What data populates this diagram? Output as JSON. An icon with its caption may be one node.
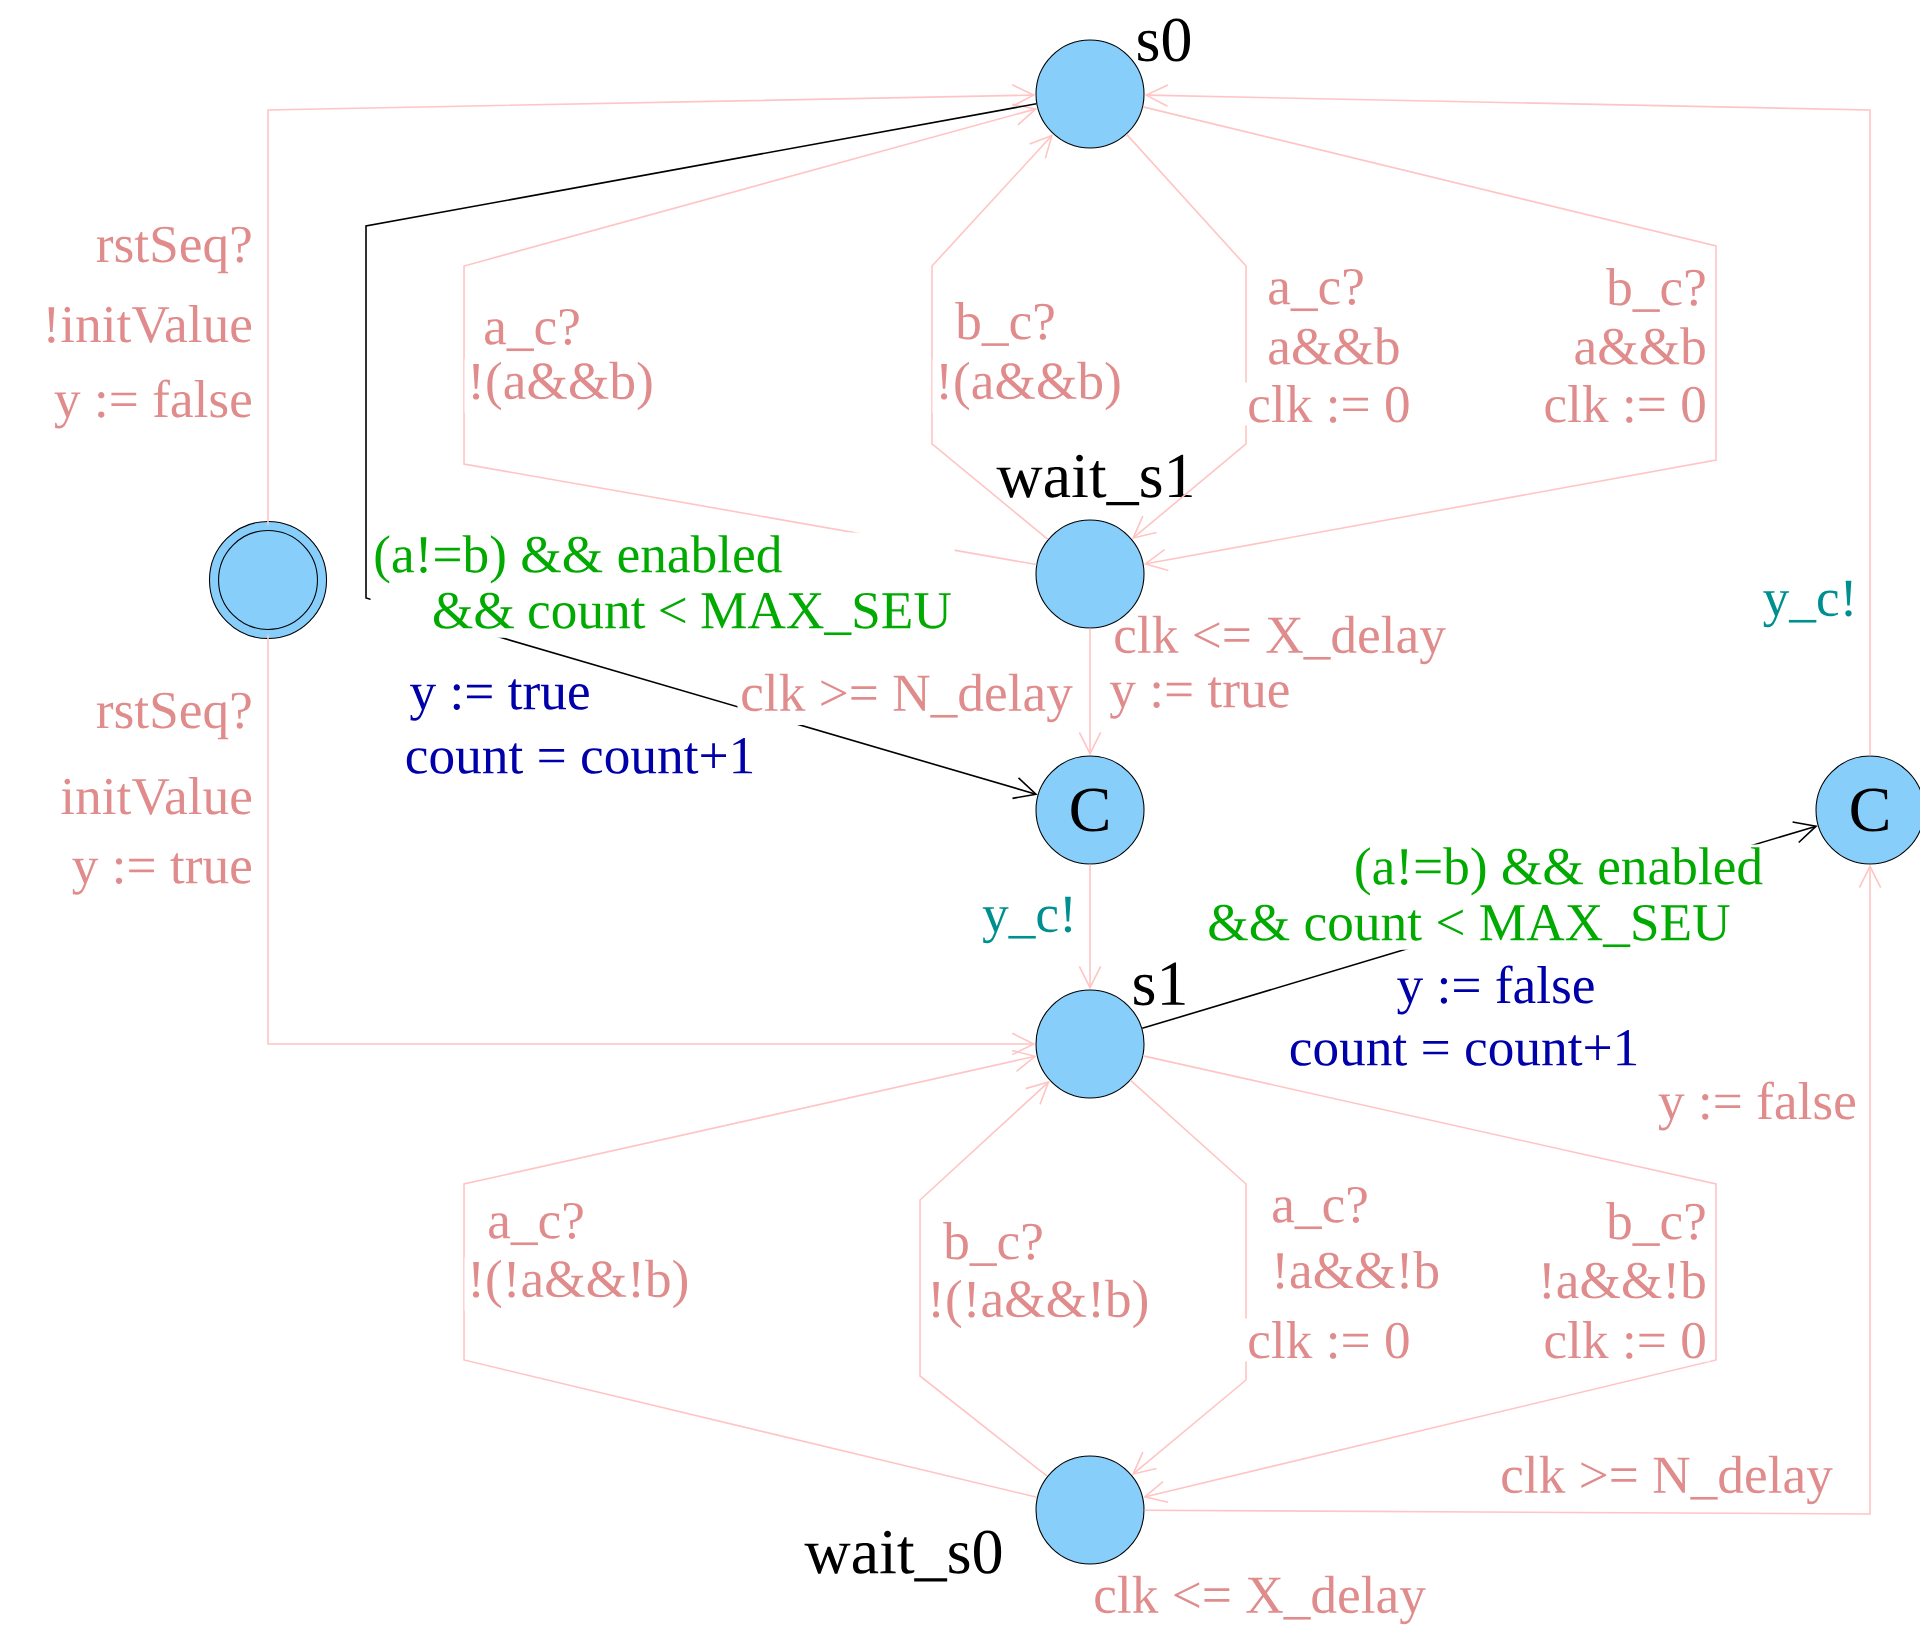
{
  "diagram": {
    "nodes": [
      {
        "text": [
          "s0"
        ]
      },
      {
        "text": [],
        "shape": "circle"
      },
      {
        "text": [
          "wait_s1"
        ],
        "beside": [
          "clk <= X_delay"
        ]
      },
      {
        "text": [
          "C"
        ]
      },
      {
        "text": [
          "s1"
        ]
      },
      {
        "text": [
          "C"
        ]
      },
      {
        "text": [
          "wait_s0"
        ],
        "beside": [
          "clk <= X_delay"
        ]
      }
    ],
    "edges": [
      {
        "from": 1,
        "to": 0,
        "arrow": "to",
        "label": [
          "rstSeq?",
          "!initValue",
          "y := false"
        ]
      },
      {
        "from": 1,
        "to": 4,
        "arrow": "to",
        "label": [
          "rstSeq?",
          "initValue",
          "y := true"
        ]
      },
      {
        "from": 2,
        "to": 0,
        "arrow": "to",
        "label": [
          "a_c?",
          "!(a&&b)"
        ]
      },
      {
        "from": 2,
        "to": 0,
        "arrow": "to",
        "label": [
          "b_c?",
          "!(a&&b)"
        ]
      },
      {
        "from": 0,
        "to": 2,
        "arrow": "to",
        "label": [
          "a_c?",
          "a&&b",
          "clk := 0"
        ]
      },
      {
        "from": 0,
        "to": 2,
        "arrow": "to",
        "label": [
          "b_c?",
          "a&&b",
          "clk := 0"
        ]
      },
      {
        "from": 0,
        "to": 3,
        "arrow": "to",
        "color": "#000000",
        "label": [
          "(a!=b) && enabled && count < MAX_SEU",
          "y := true",
          "count = count+1"
        ]
      },
      {
        "from": 2,
        "to": 3,
        "arrow": "to",
        "label": [
          "clk >= N_delay",
          "y := true"
        ]
      },
      {
        "from": 3,
        "to": 4,
        "arrow": "to",
        "label": [
          "y_c!"
        ]
      },
      {
        "from": 4,
        "to": 5,
        "arrow": "to",
        "color": "#000000",
        "label": [
          "(a!=b) && enabled && count < MAX_SEU",
          "y := false",
          "count = count+1"
        ]
      },
      {
        "from": 5,
        "to": 0,
        "arrow": "to",
        "label": [
          "y_c!"
        ]
      },
      {
        "from": 6,
        "to": 5,
        "arrow": "to",
        "label": [
          "clk >= N_delay",
          "y := false"
        ]
      },
      {
        "from": 6,
        "to": 4,
        "arrow": "to",
        "label": [
          "a_c?",
          "!(!a&&!b)"
        ]
      },
      {
        "from": 6,
        "to": 4,
        "arrow": "to",
        "label": [
          "b_c?",
          "!(!a&&!b)"
        ]
      },
      {
        "from": 4,
        "to": 6,
        "arrow": "to",
        "label": [
          "a_c?",
          "!a&&!b",
          "clk := 0"
        ]
      },
      {
        "from": 4,
        "to": 6,
        "arrow": "to",
        "label": [
          "b_c?",
          "!a&&!b",
          "clk := 0"
        ]
      }
    ]
  }
}
